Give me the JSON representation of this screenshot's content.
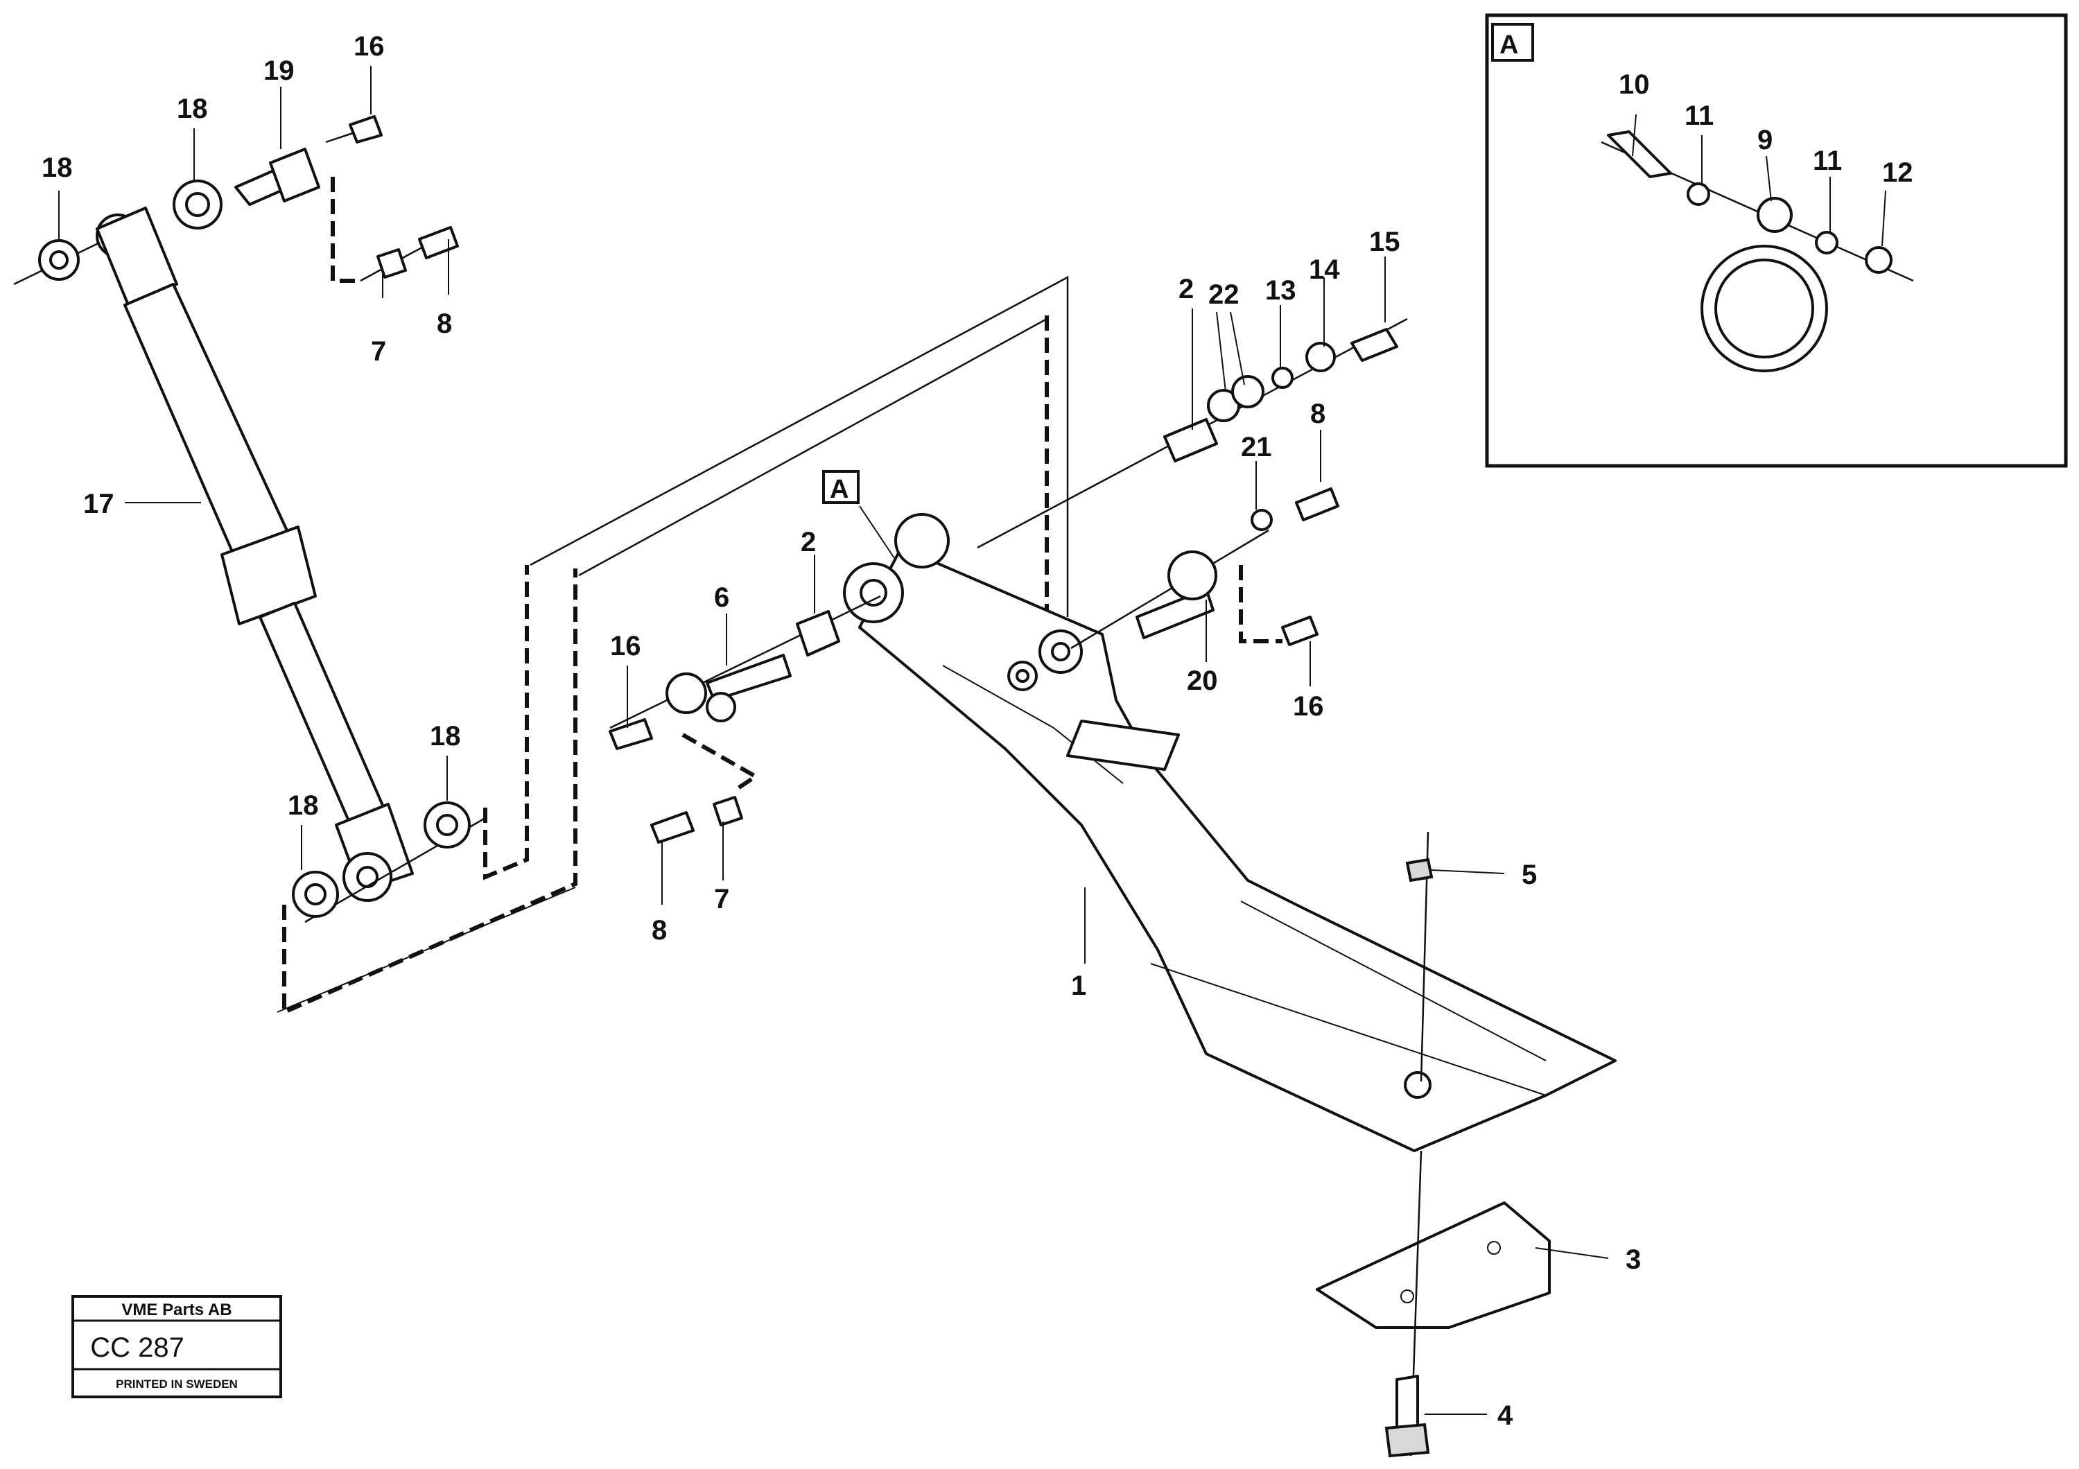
{
  "callouts": [
    {
      "id": "c1",
      "text": "1"
    },
    {
      "id": "c2a",
      "text": "2"
    },
    {
      "id": "c2b",
      "text": "2"
    },
    {
      "id": "c3",
      "text": "3"
    },
    {
      "id": "c4",
      "text": "4"
    },
    {
      "id": "c5",
      "text": "5"
    },
    {
      "id": "c6",
      "text": "6"
    },
    {
      "id": "c7a",
      "text": "7"
    },
    {
      "id": "c7b",
      "text": "7"
    },
    {
      "id": "c8a",
      "text": "8"
    },
    {
      "id": "c8b",
      "text": "8"
    },
    {
      "id": "c8c",
      "text": "8"
    },
    {
      "id": "c9",
      "text": "9"
    },
    {
      "id": "c10",
      "text": "10"
    },
    {
      "id": "c11a",
      "text": "11"
    },
    {
      "id": "c11b",
      "text": "11"
    },
    {
      "id": "c12",
      "text": "12"
    },
    {
      "id": "c13",
      "text": "13"
    },
    {
      "id": "c14",
      "text": "14"
    },
    {
      "id": "c15",
      "text": "15"
    },
    {
      "id": "c16a",
      "text": "16"
    },
    {
      "id": "c16b",
      "text": "16"
    },
    {
      "id": "c16c",
      "text": "16"
    },
    {
      "id": "c17",
      "text": "17"
    },
    {
      "id": "c18a",
      "text": "18"
    },
    {
      "id": "c18b",
      "text": "18"
    },
    {
      "id": "c18c",
      "text": "18"
    },
    {
      "id": "c18d",
      "text": "18"
    },
    {
      "id": "c19",
      "text": "19"
    },
    {
      "id": "c20",
      "text": "20"
    },
    {
      "id": "c21",
      "text": "21"
    },
    {
      "id": "c22",
      "text": "22"
    }
  ],
  "detail_marker": "A",
  "inset_marker": "A",
  "stamp": {
    "company": "VME Parts AB",
    "code": "CC 287",
    "printed": "PRINTED IN SWEDEN"
  }
}
